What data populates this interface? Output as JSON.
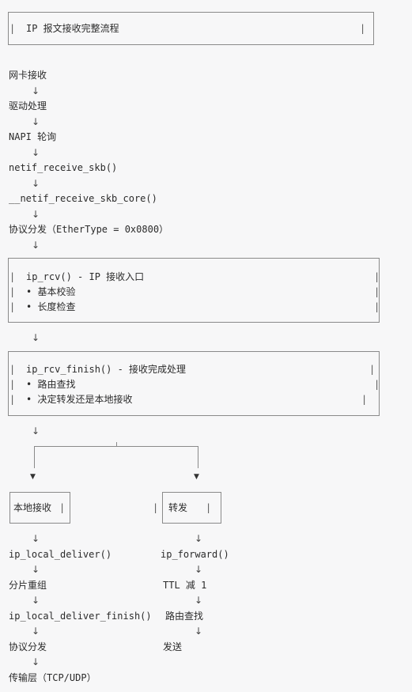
{
  "title_box": {
    "label": "IP 报文接收完整流程"
  },
  "pre_steps": [
    "网卡接收",
    "驱动处理",
    "NAPI 轮询",
    "netif_receive_skb()",
    "__netif_receive_skb_core()",
    "协议分发（EtherType = 0x0800）"
  ],
  "box_ip_rcv": {
    "title": "ip_rcv() - IP 接收入口",
    "items": [
      "• 基本校验",
      "• 长度检查"
    ]
  },
  "box_ip_rcv_finish": {
    "title": "ip_rcv_finish() - 接收完成处理",
    "items": [
      "• 路由查找",
      "• 决定转发还是本地接收"
    ]
  },
  "branch": {
    "left_label": "本地接收",
    "right_label": "转发"
  },
  "left_steps": [
    "ip_local_deliver()",
    "分片重组",
    "ip_local_deliver_finish()",
    "协议分发",
    "传输层（TCP/UDP）"
  ],
  "right_steps": [
    "ip_forward()",
    "TTL 减 1",
    "路由查找",
    "发送"
  ],
  "glyphs": {
    "down_arrow": "↓",
    "down_triangle": "▼",
    "pipe": "|"
  }
}
